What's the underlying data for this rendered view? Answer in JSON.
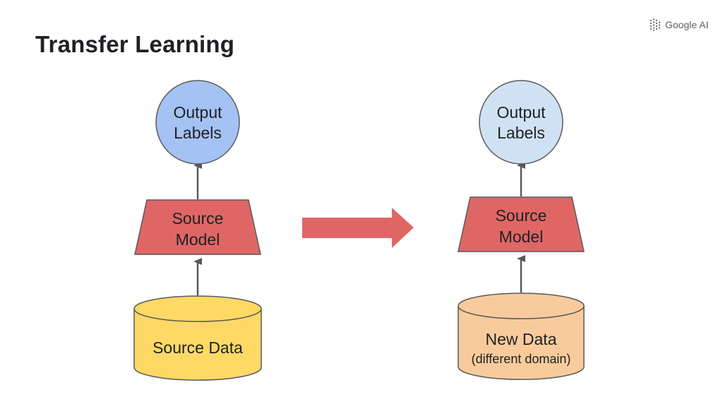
{
  "slide": {
    "title": "Transfer Learning",
    "brand": "Google AI"
  },
  "left_pipeline": {
    "output": {
      "line1": "Output",
      "line2": "Labels"
    },
    "model": {
      "line1": "Source",
      "line2": "Model"
    },
    "data": {
      "line1": "Source Data"
    }
  },
  "right_pipeline": {
    "output": {
      "line1": "Output",
      "line2": "Labels"
    },
    "model": {
      "line1": "Source",
      "line2": "Model"
    },
    "data": {
      "line1": "New Data",
      "line2": "(different domain)"
    }
  },
  "colors": {
    "output_left": "#a4c2f4",
    "output_right": "#cfe2f3",
    "model": "#e06666",
    "data_left": "#ffd966",
    "data_right": "#f9cb9c",
    "transfer_arrow": "#e06666",
    "stroke": "#595959"
  }
}
